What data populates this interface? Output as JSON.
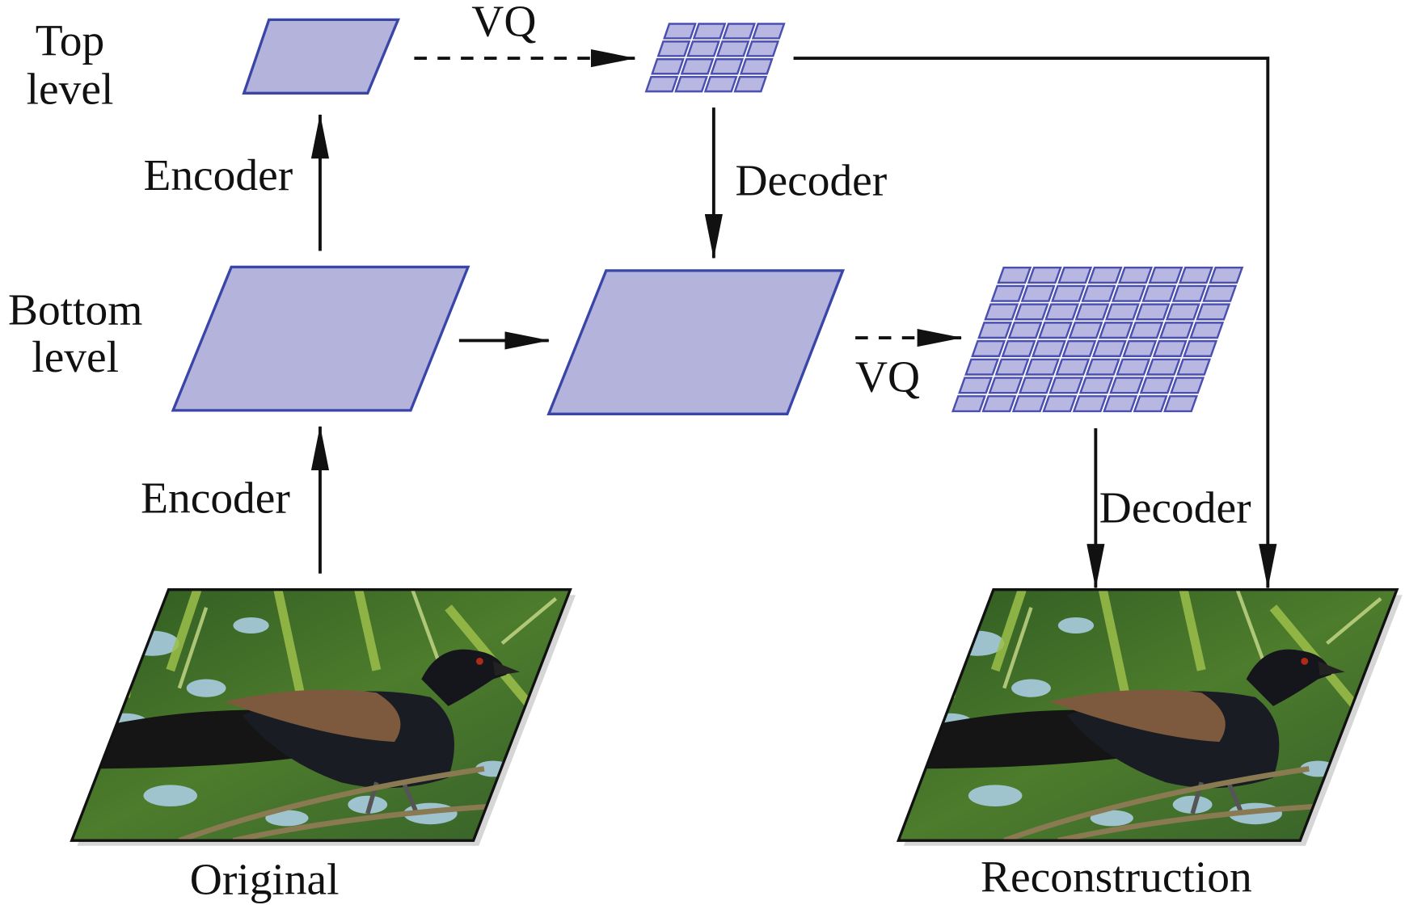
{
  "labels": {
    "top_level": [
      "Top",
      "level"
    ],
    "bottom_level": [
      "Bottom",
      "level"
    ],
    "encoder_top": "Encoder",
    "encoder_bottom": "Encoder",
    "vq_top": "VQ",
    "vq_bottom": "VQ",
    "decoder_top": "Decoder",
    "decoder_bottom": "Decoder",
    "original": "Original",
    "reconstruction": "Reconstruction"
  },
  "colors": {
    "plane_fill": "#b3b3dc",
    "plane_stroke": "#3a45a8",
    "arrow": "#111111"
  },
  "grids": {
    "top_codebook": {
      "rows": 4,
      "cols": 4
    },
    "bottom_codebook": {
      "rows": 8,
      "cols": 8
    }
  }
}
